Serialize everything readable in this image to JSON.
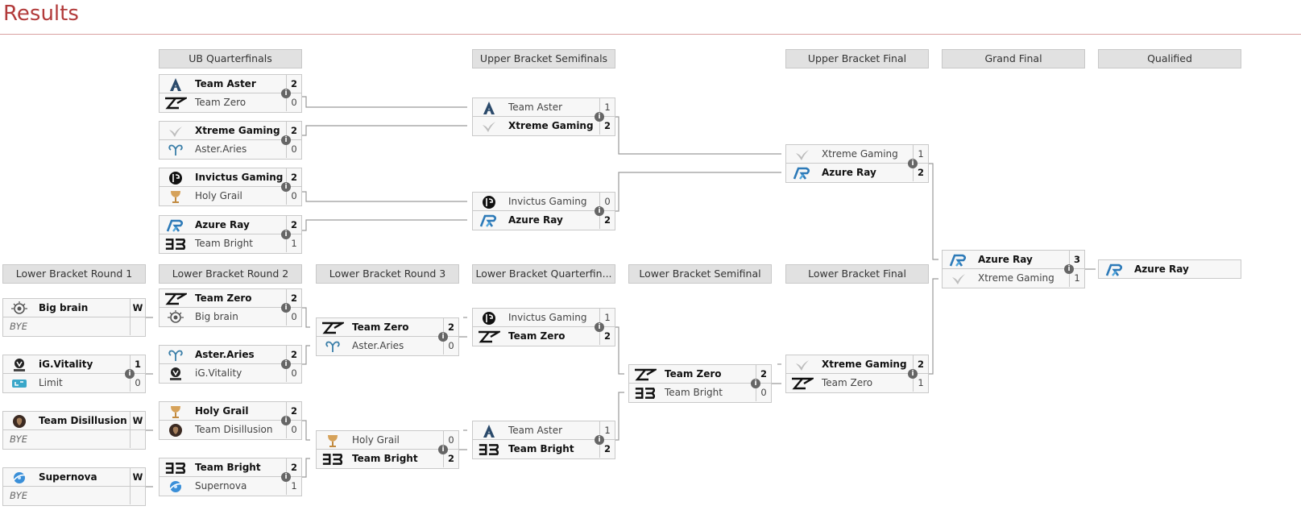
{
  "page": {
    "title": "Results"
  },
  "rounds": {
    "ubqf": "UB Quarterfinals",
    "ubsf": "Upper Bracket Semifinals",
    "ubf": "Upper Bracket Final",
    "gf": "Grand Final",
    "qualified": "Qualified",
    "lb1": "Lower Bracket Round 1",
    "lb2": "Lower Bracket Round 2",
    "lb3": "Lower Bracket Round 3",
    "lbqf": "Lower Bracket Quarterfin...",
    "lbsf": "Lower Bracket Semifinal",
    "lbf": "Lower Bracket Final"
  },
  "info_glyph": "i",
  "matches": {
    "ubqf1": {
      "t": {
        "name": "Team Aster",
        "score": "2",
        "logo": "aster-logo"
      },
      "b": {
        "name": "Team Zero",
        "score": "0",
        "logo": "zero-logo"
      },
      "winner": "t"
    },
    "ubqf2": {
      "t": {
        "name": "Xtreme Gaming",
        "score": "2",
        "logo": "xtreme-logo"
      },
      "b": {
        "name": "Aster.Aries",
        "score": "0",
        "logo": "aries-logo"
      },
      "winner": "t"
    },
    "ubqf3": {
      "t": {
        "name": "Invictus Gaming",
        "score": "2",
        "logo": "ig-logo"
      },
      "b": {
        "name": "Holy Grail",
        "score": "0",
        "logo": "grail-logo"
      },
      "winner": "t"
    },
    "ubqf4": {
      "t": {
        "name": "Azure Ray",
        "score": "2",
        "logo": "azure-logo"
      },
      "b": {
        "name": "Team Bright",
        "score": "1",
        "logo": "bright-logo"
      },
      "winner": "t"
    },
    "ubsf1": {
      "t": {
        "name": "Team Aster",
        "score": "1",
        "logo": "aster-logo"
      },
      "b": {
        "name": "Xtreme Gaming",
        "score": "2",
        "logo": "xtreme-logo"
      },
      "winner": "b"
    },
    "ubsf2": {
      "t": {
        "name": "Invictus Gaming",
        "score": "0",
        "logo": "ig-logo"
      },
      "b": {
        "name": "Azure Ray",
        "score": "2",
        "logo": "azure-logo"
      },
      "winner": "b"
    },
    "ubf": {
      "t": {
        "name": "Xtreme Gaming",
        "score": "1",
        "logo": "xtreme-logo"
      },
      "b": {
        "name": "Azure Ray",
        "score": "2",
        "logo": "azure-logo"
      },
      "winner": "b"
    },
    "gf": {
      "t": {
        "name": "Azure Ray",
        "score": "3",
        "logo": "azure-logo"
      },
      "b": {
        "name": "Xtreme Gaming",
        "score": "1",
        "logo": "xtreme-logo"
      },
      "winner": "t"
    },
    "lb1_1": {
      "t": {
        "name": "Big brain",
        "score": "W",
        "logo": "bigbrain-logo"
      },
      "b": {
        "name": "BYE",
        "score": "",
        "logo": ""
      },
      "winner": "t",
      "bye": true
    },
    "lb1_2": {
      "t": {
        "name": "iG.Vitality",
        "score": "1",
        "logo": "vitality-logo"
      },
      "b": {
        "name": "Limit",
        "score": "0",
        "logo": "limit-logo"
      },
      "winner": "t"
    },
    "lb1_3": {
      "t": {
        "name": "Team Disillusion",
        "score": "W",
        "logo": "disillusion-logo"
      },
      "b": {
        "name": "BYE",
        "score": "",
        "logo": ""
      },
      "winner": "t",
      "bye": true
    },
    "lb1_4": {
      "t": {
        "name": "Supernova",
        "score": "W",
        "logo": "supernova-logo"
      },
      "b": {
        "name": "BYE",
        "score": "",
        "logo": ""
      },
      "winner": "t",
      "bye": true
    },
    "lb2_1": {
      "t": {
        "name": "Team Zero",
        "score": "2",
        "logo": "zero-logo"
      },
      "b": {
        "name": "Big brain",
        "score": "0",
        "logo": "bigbrain-logo"
      },
      "winner": "t"
    },
    "lb2_2": {
      "t": {
        "name": "Aster.Aries",
        "score": "2",
        "logo": "aries-logo"
      },
      "b": {
        "name": "iG.Vitality",
        "score": "0",
        "logo": "vitality-logo"
      },
      "winner": "t"
    },
    "lb2_3": {
      "t": {
        "name": "Holy Grail",
        "score": "2",
        "logo": "grail-logo"
      },
      "b": {
        "name": "Team Disillusion",
        "score": "0",
        "logo": "disillusion-logo"
      },
      "winner": "t"
    },
    "lb2_4": {
      "t": {
        "name": "Team Bright",
        "score": "2",
        "logo": "bright-logo"
      },
      "b": {
        "name": "Supernova",
        "score": "1",
        "logo": "supernova-logo"
      },
      "winner": "t"
    },
    "lb3_1": {
      "t": {
        "name": "Team Zero",
        "score": "2",
        "logo": "zero-logo"
      },
      "b": {
        "name": "Aster.Aries",
        "score": "0",
        "logo": "aries-logo"
      },
      "winner": "t"
    },
    "lb3_2": {
      "t": {
        "name": "Holy Grail",
        "score": "0",
        "logo": "grail-logo"
      },
      "b": {
        "name": "Team Bright",
        "score": "2",
        "logo": "bright-logo"
      },
      "winner": "b"
    },
    "lbqf1": {
      "t": {
        "name": "Invictus Gaming",
        "score": "1",
        "logo": "ig-logo"
      },
      "b": {
        "name": "Team Zero",
        "score": "2",
        "logo": "zero-logo"
      },
      "winner": "b"
    },
    "lbqf2": {
      "t": {
        "name": "Team Aster",
        "score": "1",
        "logo": "aster-logo"
      },
      "b": {
        "name": "Team Bright",
        "score": "2",
        "logo": "bright-logo"
      },
      "winner": "b"
    },
    "lbsf": {
      "t": {
        "name": "Team Zero",
        "score": "2",
        "logo": "zero-logo"
      },
      "b": {
        "name": "Team Bright",
        "score": "0",
        "logo": "bright-logo"
      },
      "winner": "t"
    },
    "lbf": {
      "t": {
        "name": "Xtreme Gaming",
        "score": "2",
        "logo": "xtreme-logo"
      },
      "b": {
        "name": "Team Zero",
        "score": "1",
        "logo": "zero-logo"
      },
      "winner": "t"
    }
  },
  "qualified": {
    "name": "Azure Ray",
    "logo": "azure-logo"
  }
}
